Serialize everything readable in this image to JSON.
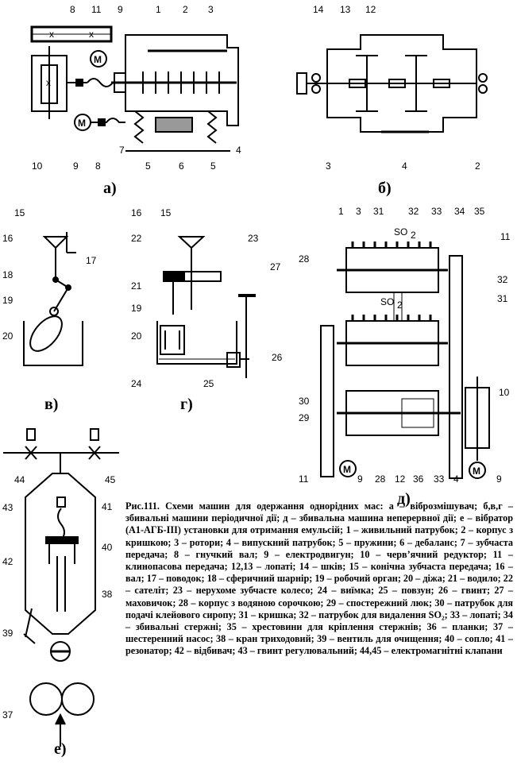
{
  "labels": {
    "a": [
      "8",
      "11",
      "9",
      "1",
      "2",
      "3",
      "10",
      "9",
      "8",
      "7",
      "5",
      "6",
      "5",
      "4"
    ],
    "b": [
      "14",
      "13",
      "12",
      "3",
      "4",
      "2"
    ],
    "v": [
      "15",
      "16",
      "17",
      "18",
      "19",
      "20"
    ],
    "g": [
      "16",
      "15",
      "22",
      "23",
      "27",
      "21",
      "19",
      "20",
      "26",
      "24",
      "25"
    ],
    "d": [
      "1",
      "3",
      "31",
      "32",
      "33",
      "34",
      "35",
      "11",
      "28",
      "32",
      "31",
      "30",
      "29",
      "10",
      "11",
      "9",
      "28",
      "12",
      "36",
      "33",
      "4",
      "9"
    ],
    "e": [
      "44",
      "45",
      "43",
      "41",
      "42",
      "40",
      "38",
      "39",
      "37"
    ],
    "so2": [
      "SO",
      "2"
    ]
  },
  "subfig": {
    "a": "а)",
    "b": "б)",
    "v": "в)",
    "g": "г)",
    "d": "д)",
    "e": "е)"
  },
  "caption": {
    "prefix": "Рис.111.",
    "text": " Схеми машин для одержання однорідних мас: а – віброзмішувач; б,в,г – збивальні машини періодичної дії; д – збивальна машина неперервної дії; е – вібратор (А1-АГБ-ІІІ) установки для отримання емульсій; 1 – живильний патрубок; 2 – корпус з кришкою; 3 – ротори; 4 – випускний патрубок; 5 – пружини; 6 – дебаланс; 7 – зубчаста передача; 8 – гнучкий вал; 9 – електродвигун; 10 – черв’ячний редуктор; 11 – клинопасова передача; 12,13 – лопаті; 14 – шків; 15 – конічна зубчаста передача; 16 – вал; 17 – поводок; 18 – сферичний шарнір; 19 – робочий орган; 20 – діжа; 21 – водило; 22 – сателіт; 23 – нерухоме зубчасте колесо; 24 – виїмка; 25 – повзун; 26 – гвинт; 27 – маховичок; 28 – корпус з водяною сорочкою; 29 – спостережний люк; 30 – патрубок для подачі клейового сиропу; 31 – кришка; 32 – патрубок для видалення SO₂; 33 – лопаті; 34 – збивальні стержні; 35 – хрестовини для кріплення стержнів; 36 – планки; 37 – шестеренний насос; 38 – кран триходовий; 39 – вентиль для очищення; 40 – сопло; 41 – резонатор; 42 – відбивач; 43 – гвинт регулювальний; 44,45 – електромагнітні клапани"
  }
}
